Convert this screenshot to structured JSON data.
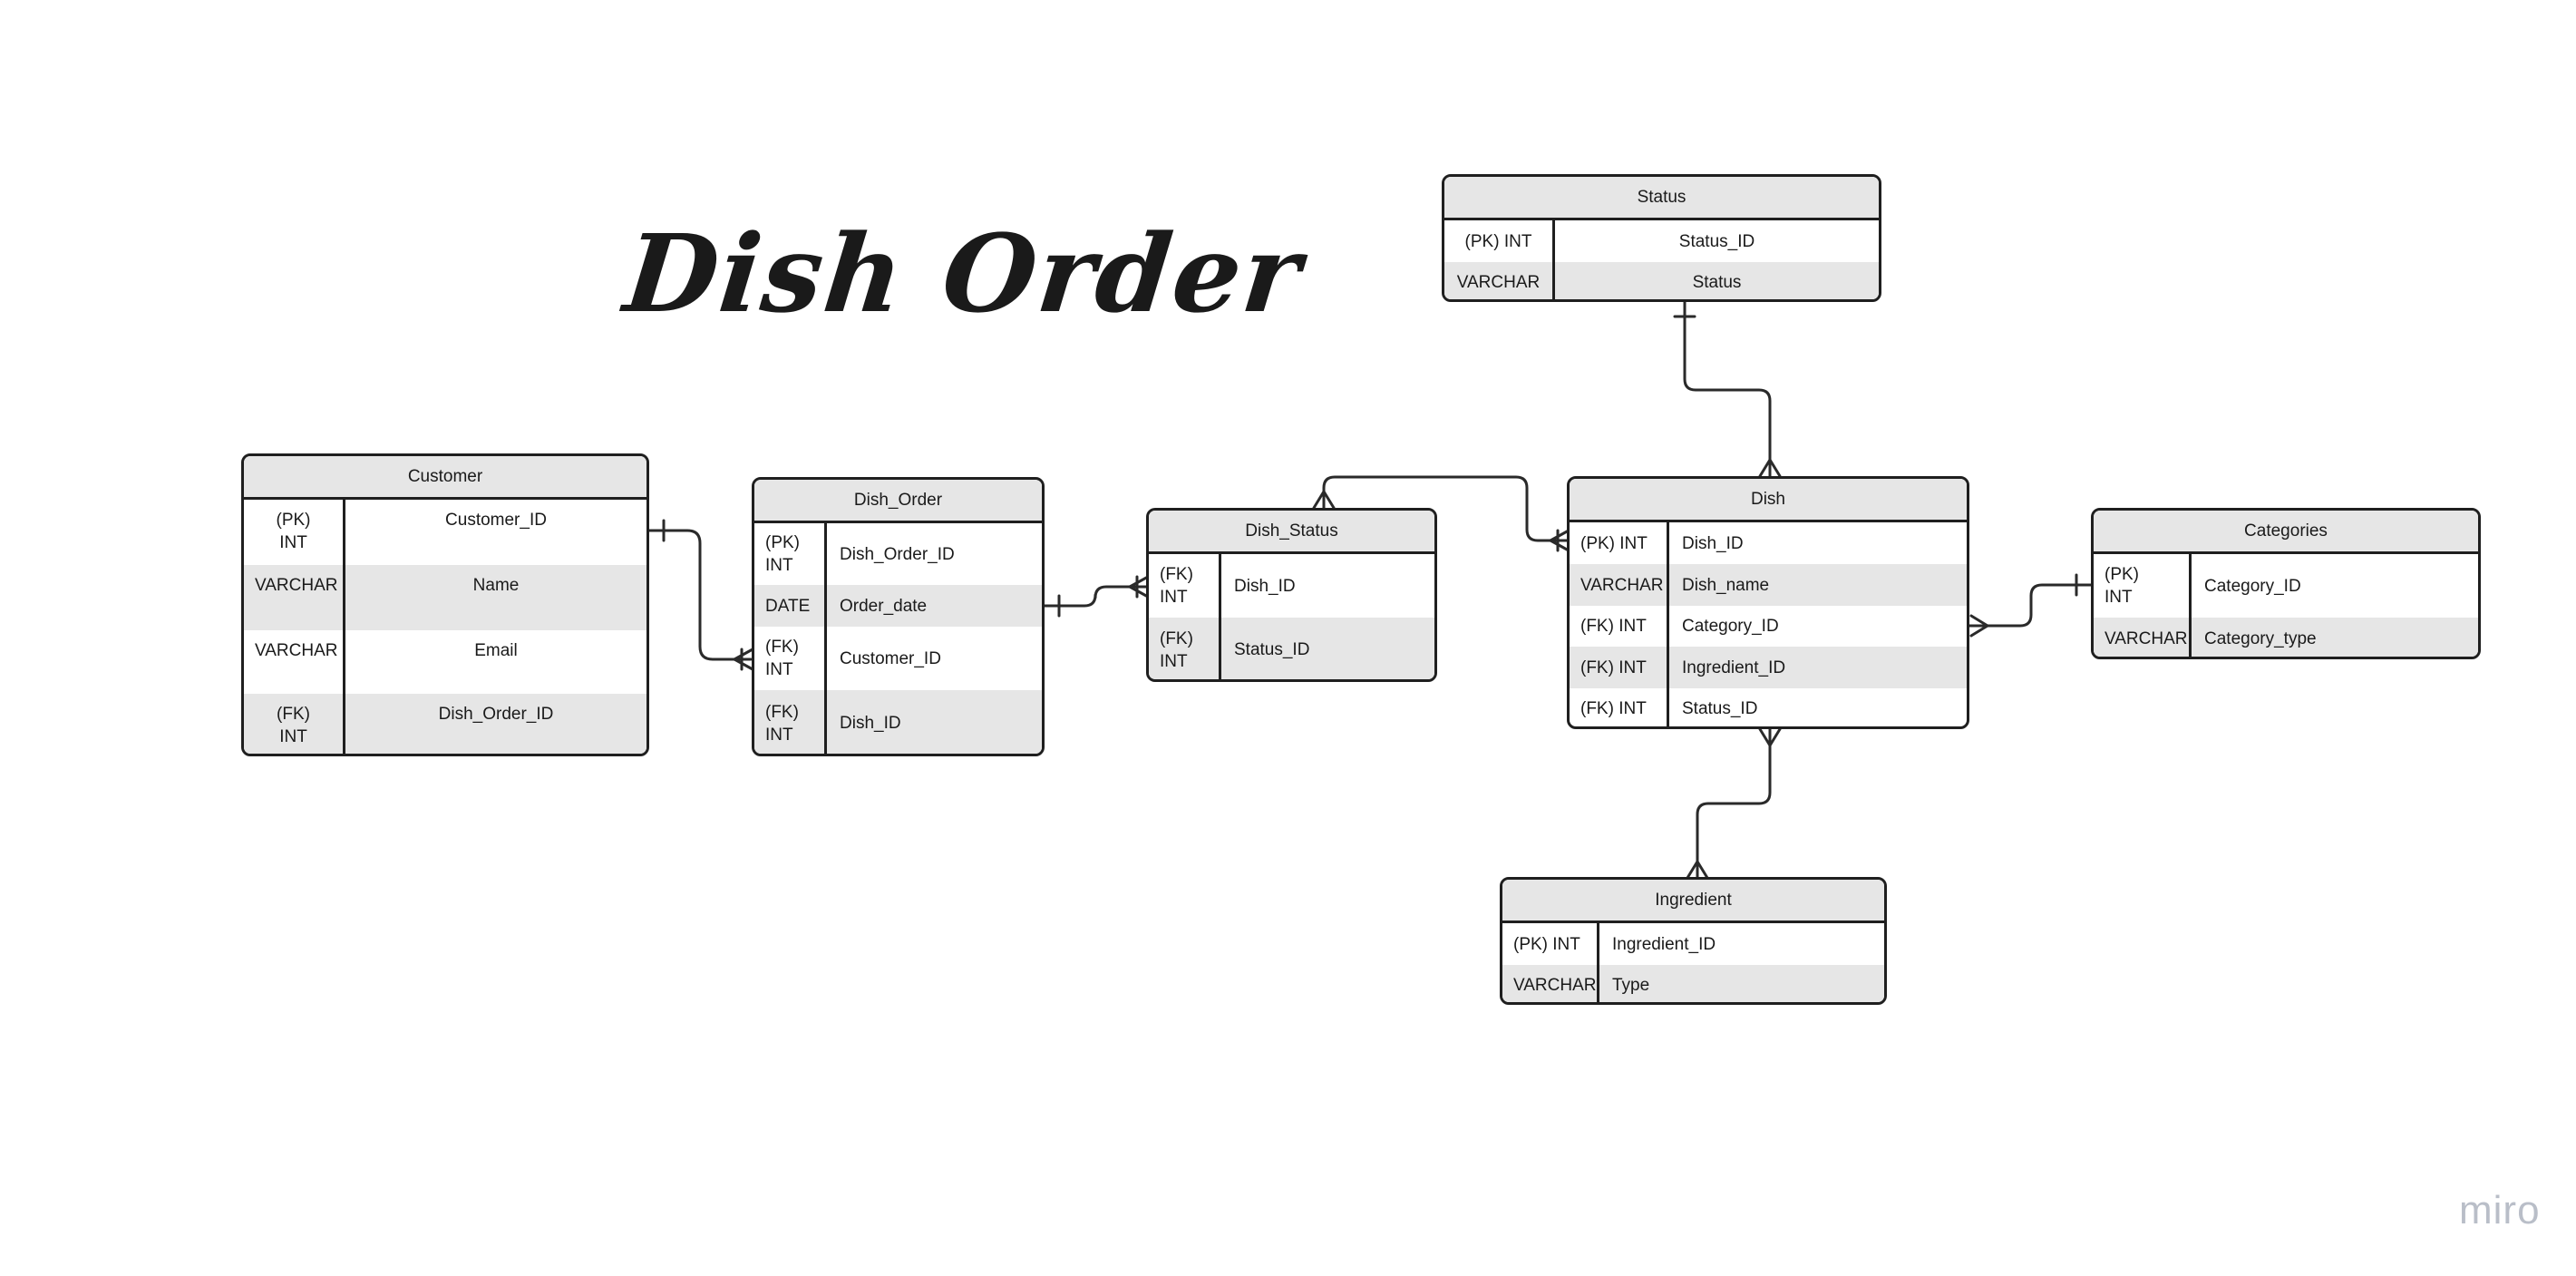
{
  "title": "Dish Order",
  "watermark": "miro",
  "entities": {
    "customer": {
      "name": "Customer",
      "rows": [
        {
          "type": "(PK)\nINT",
          "field": "Customer_ID"
        },
        {
          "type": "VARCHAR",
          "field": "Name"
        },
        {
          "type": "VARCHAR",
          "field": "Email"
        },
        {
          "type": "(FK)\nINT",
          "field": "Dish_Order_ID"
        }
      ]
    },
    "dish_order": {
      "name": "Dish_Order",
      "rows": [
        {
          "type": "(PK)\nINT",
          "field": "Dish_Order_ID"
        },
        {
          "type": "DATE",
          "field": "Order_date"
        },
        {
          "type": "(FK)\nINT",
          "field": "Customer_ID"
        },
        {
          "type": "(FK)\nINT",
          "field": "Dish_ID"
        }
      ]
    },
    "dish_status": {
      "name": "Dish_Status",
      "rows": [
        {
          "type": "(FK)\nINT",
          "field": "Dish_ID"
        },
        {
          "type": "(FK)\nINT",
          "field": "Status_ID"
        }
      ]
    },
    "status": {
      "name": "Status",
      "rows": [
        {
          "type": "(PK) INT",
          "field": "Status_ID"
        },
        {
          "type": "VARCHAR",
          "field": "Status"
        }
      ]
    },
    "dish": {
      "name": "Dish",
      "rows": [
        {
          "type": "(PK) INT",
          "field": "Dish_ID"
        },
        {
          "type": "VARCHAR",
          "field": "Dish_name"
        },
        {
          "type": "(FK) INT",
          "field": "Category_ID"
        },
        {
          "type": "(FK) INT",
          "field": "Ingredient_ID"
        },
        {
          "type": "(FK) INT",
          "field": "Status_ID"
        }
      ]
    },
    "categories": {
      "name": "Categories",
      "rows": [
        {
          "type": "(PK)\nINT",
          "field": "Category_ID"
        },
        {
          "type": "VARCHAR",
          "field": "Category_type"
        }
      ]
    },
    "ingredient": {
      "name": "Ingredient",
      "rows": [
        {
          "type": "(PK) INT",
          "field": "Ingredient_ID"
        },
        {
          "type": "VARCHAR",
          "field": "Type"
        }
      ]
    }
  }
}
